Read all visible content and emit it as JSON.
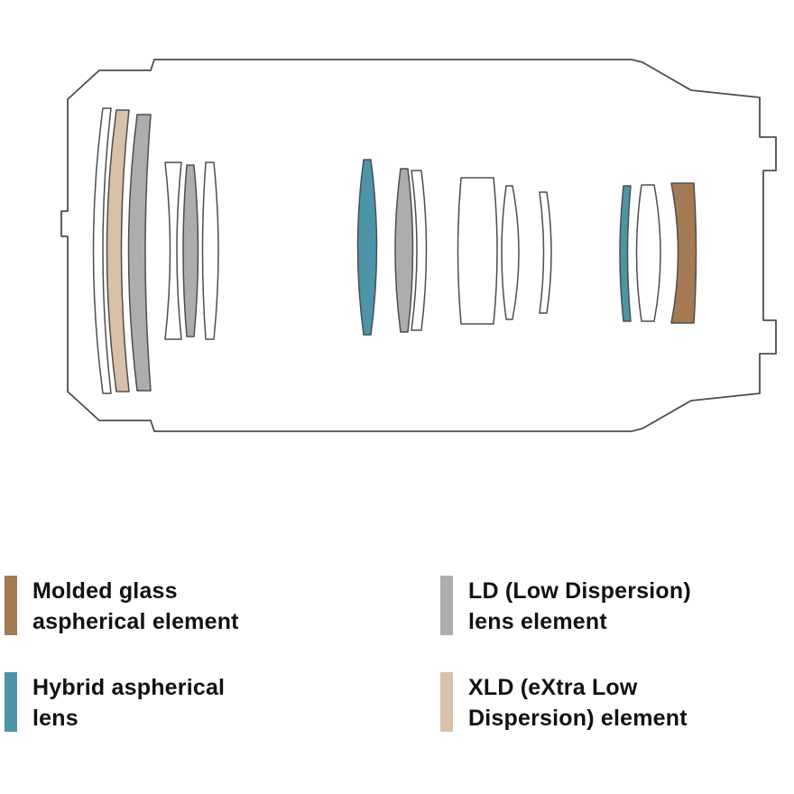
{
  "colors": {
    "molded": "#A37A53",
    "hybrid": "#4D94A9",
    "ld": "#ADADAD",
    "xld": "#D8C1A9",
    "plain": "#FFFFFF",
    "outline": "#4D4D4D"
  },
  "diagram": {
    "description": "Camera lens optical construction cross-section",
    "elements": [
      {
        "index": 1,
        "type": "standard"
      },
      {
        "index": 2,
        "type": "xld"
      },
      {
        "index": 3,
        "type": "ld"
      },
      {
        "index": 4,
        "type": "standard"
      },
      {
        "index": 5,
        "type": "ld"
      },
      {
        "index": 6,
        "type": "standard"
      },
      {
        "index": 7,
        "type": "hybrid"
      },
      {
        "index": 8,
        "type": "ld"
      },
      {
        "index": 9,
        "type": "standard"
      },
      {
        "index": 10,
        "type": "standard"
      },
      {
        "index": 11,
        "type": "standard"
      },
      {
        "index": 12,
        "type": "standard"
      },
      {
        "index": 13,
        "type": "hybrid"
      },
      {
        "index": 14,
        "type": "standard"
      },
      {
        "index": 15,
        "type": "molded"
      }
    ]
  },
  "legend": [
    {
      "key": "molded",
      "label": "Molded glass aspherical element"
    },
    {
      "key": "hybrid",
      "label": "Hybrid aspherical lens"
    },
    {
      "key": "ld",
      "label": "LD (Low Dispersion) lens element"
    },
    {
      "key": "xld",
      "label": "XLD (eXtra Low Dispersion) element"
    }
  ]
}
